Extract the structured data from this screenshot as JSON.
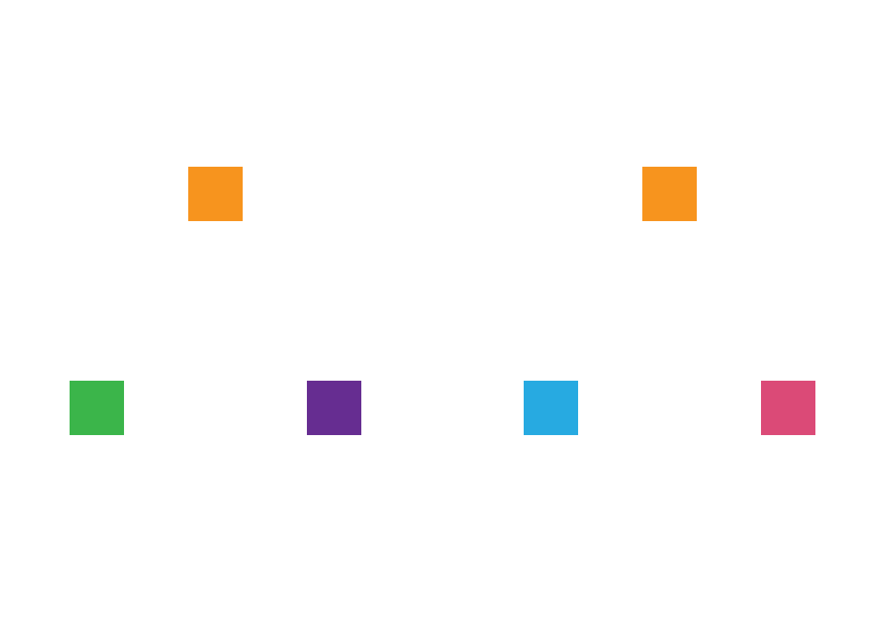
{
  "nodes": [
    {
      "id": "top-left",
      "color": "#F7941E"
    },
    {
      "id": "top-right",
      "color": "#F7941E"
    },
    {
      "id": "bottom-1",
      "color": "#3BB54A"
    },
    {
      "id": "bottom-2",
      "color": "#662D91"
    },
    {
      "id": "bottom-3",
      "color": "#27AAE1"
    },
    {
      "id": "bottom-4",
      "color": "#DB4A77"
    }
  ]
}
